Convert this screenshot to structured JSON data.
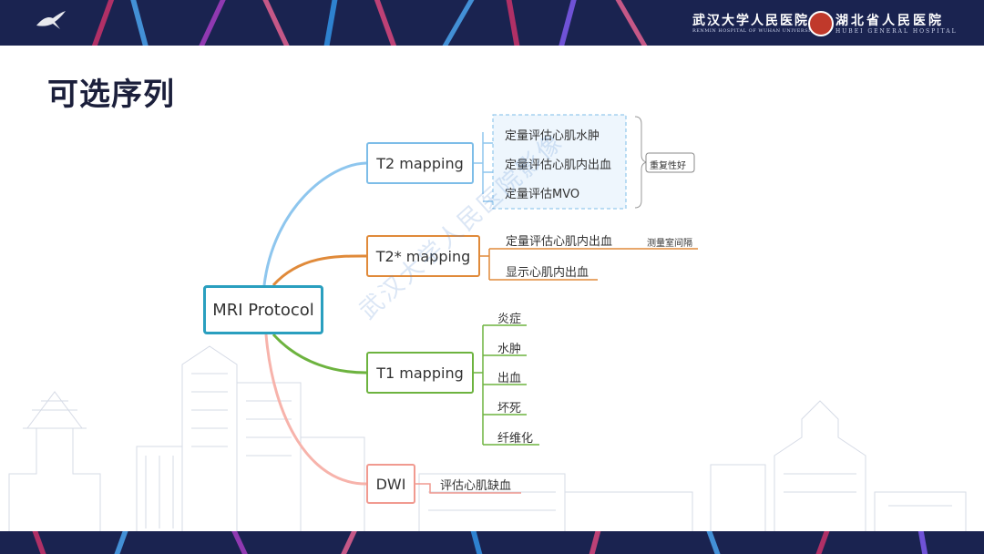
{
  "header": {
    "hospital1_cn": "武汉大学人民医院",
    "hospital1_en": "RENMIN HOSPITAL OF WUHAN UNIVERSITY",
    "hospital2_cn": "湖北省人民医院",
    "hospital2_en": "HUBEI GENERAL HOSPITAL"
  },
  "page_title": "可选序列",
  "watermark": "武汉大学人民医院影像",
  "diagram": {
    "root": "MRI Protocol",
    "branches": {
      "t2": {
        "label": "T2 mapping",
        "color": "#7dbde8",
        "leaves": [
          "定量评估心肌水肿",
          "定量评估心肌内出血",
          "定量评估MVO"
        ],
        "group_note": "重复性好"
      },
      "t2star": {
        "label": "T2* mapping",
        "color": "#e08a3a",
        "leaves": [
          "定量评估心肌内出血",
          "显示心肌内出血"
        ],
        "sub_note": "测量室间隔"
      },
      "t1": {
        "label": "T1 mapping",
        "color": "#6db33f",
        "leaves": [
          "炎症",
          "水肿",
          "出血",
          "坏死",
          "纤维化"
        ]
      },
      "dwi": {
        "label": "DWI",
        "color": "#f19a90",
        "leaves": [
          "评估心肌缺血"
        ]
      }
    }
  }
}
